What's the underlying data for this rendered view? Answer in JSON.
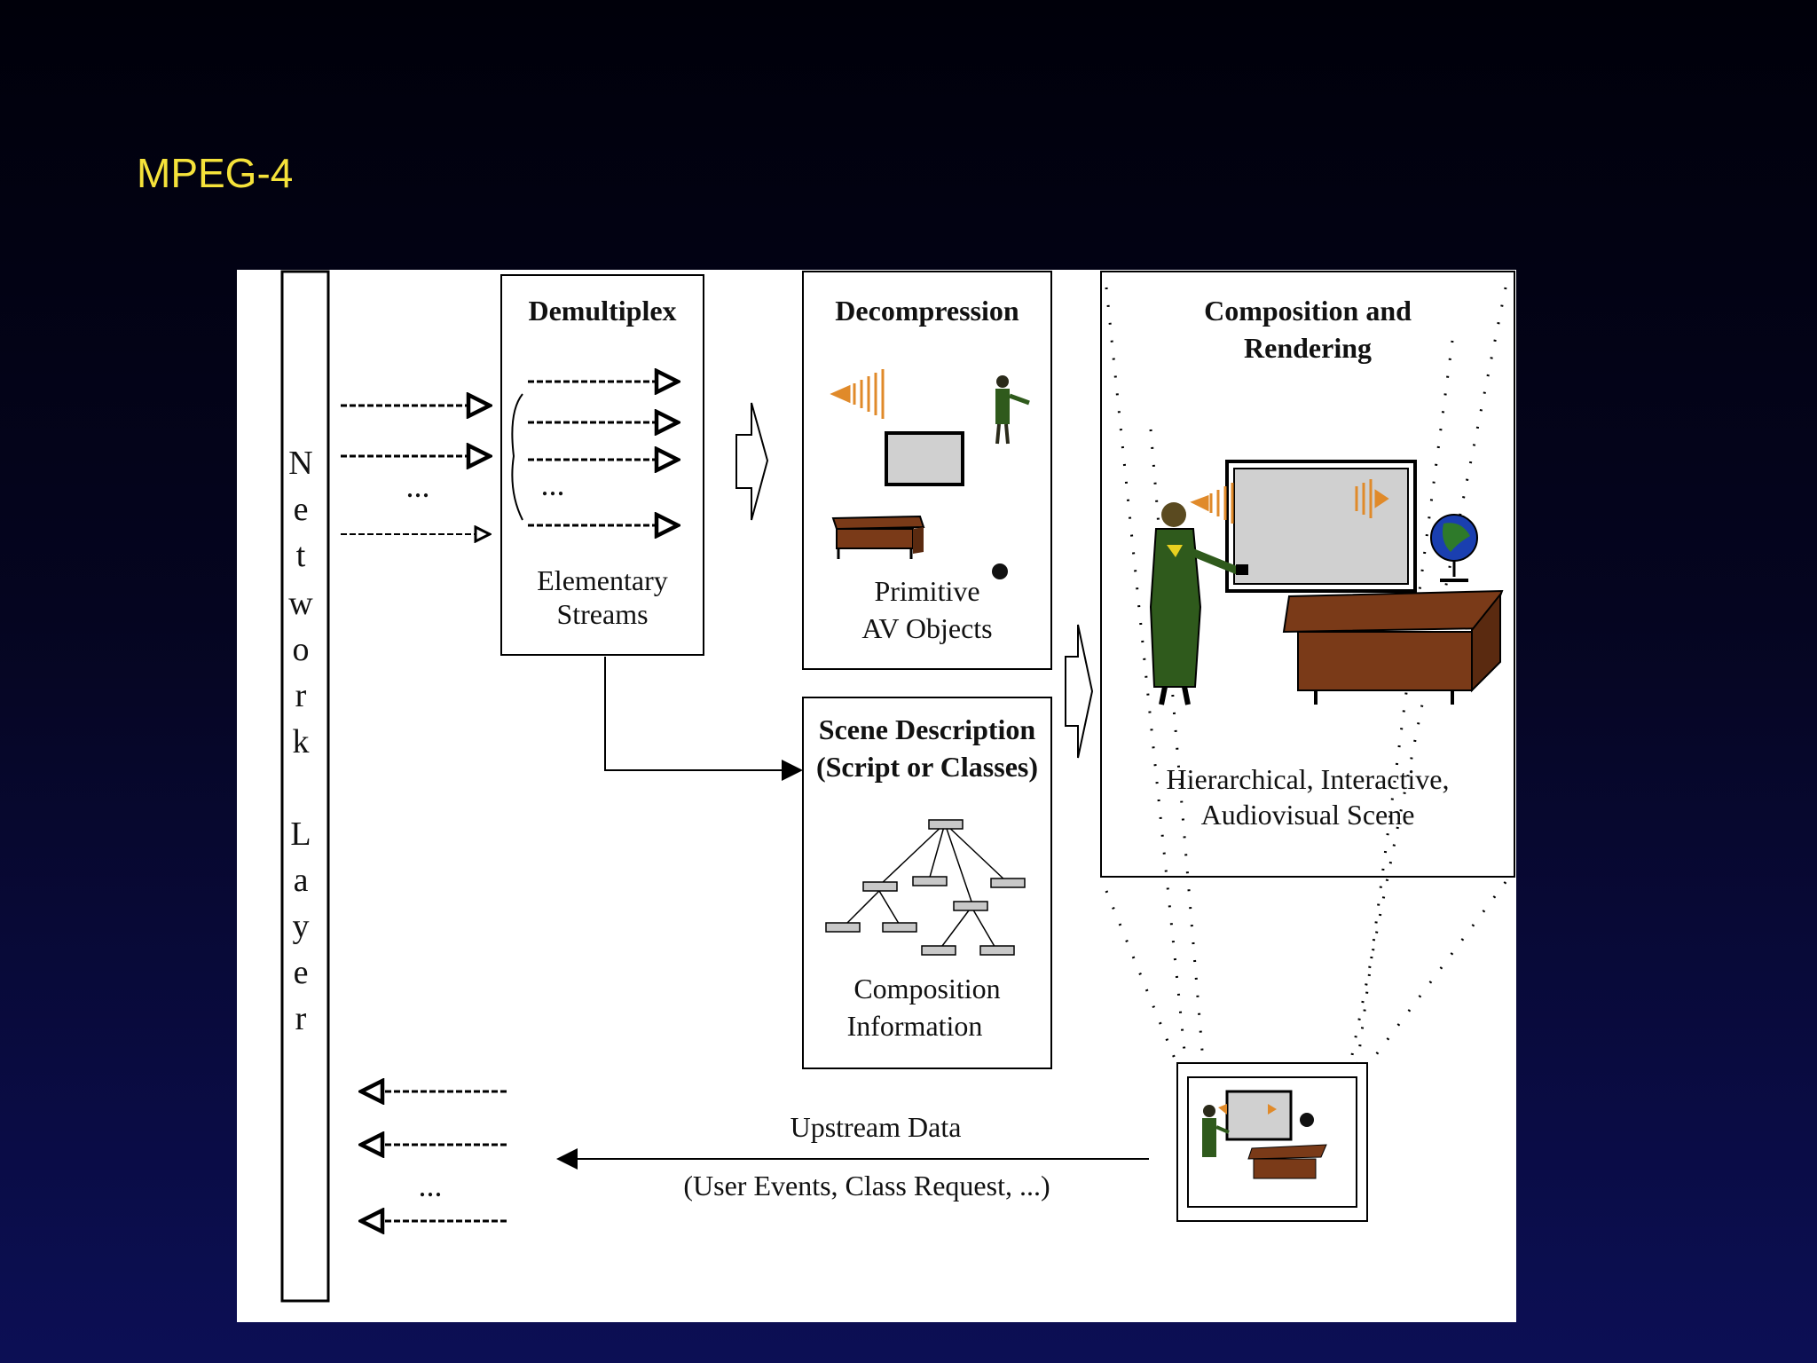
{
  "slide": {
    "title": "MPEG-4"
  },
  "diagram": {
    "network_layer_letters": [
      "N",
      "e",
      "t",
      "w",
      "o",
      "r",
      "k",
      "L",
      "a",
      "y",
      "e",
      "r"
    ],
    "demultiplex": {
      "title": "Demultiplex",
      "caption_line1": "Elementary",
      "caption_line2": "Streams",
      "ellipsis": "..."
    },
    "input_ellipsis": "...",
    "decompression": {
      "title": "Decompression",
      "caption_line1": "Primitive",
      "caption_line2": "AV Objects"
    },
    "scene_description": {
      "title_line1": "Scene Description",
      "title_line2": "(Script or Classes)",
      "caption_line1": "Composition",
      "caption_line2": "Information"
    },
    "composition": {
      "title_line1": "Composition and",
      "title_line2": "Rendering",
      "caption_line1": "Hierarchical, Interactive,",
      "caption_line2": "Audiovisual Scene"
    },
    "upstream": {
      "label": "Upstream Data",
      "sublabel": "(User Events, Class Request, ...)",
      "ellipsis": "..."
    },
    "colors": {
      "title": "#f5e23a",
      "desk": "#7a3a18",
      "figure_green": "#2f5a1c",
      "speaker": "#e08a2a",
      "screen": "#d0d0d0",
      "globe": "#1a3fb0"
    }
  }
}
